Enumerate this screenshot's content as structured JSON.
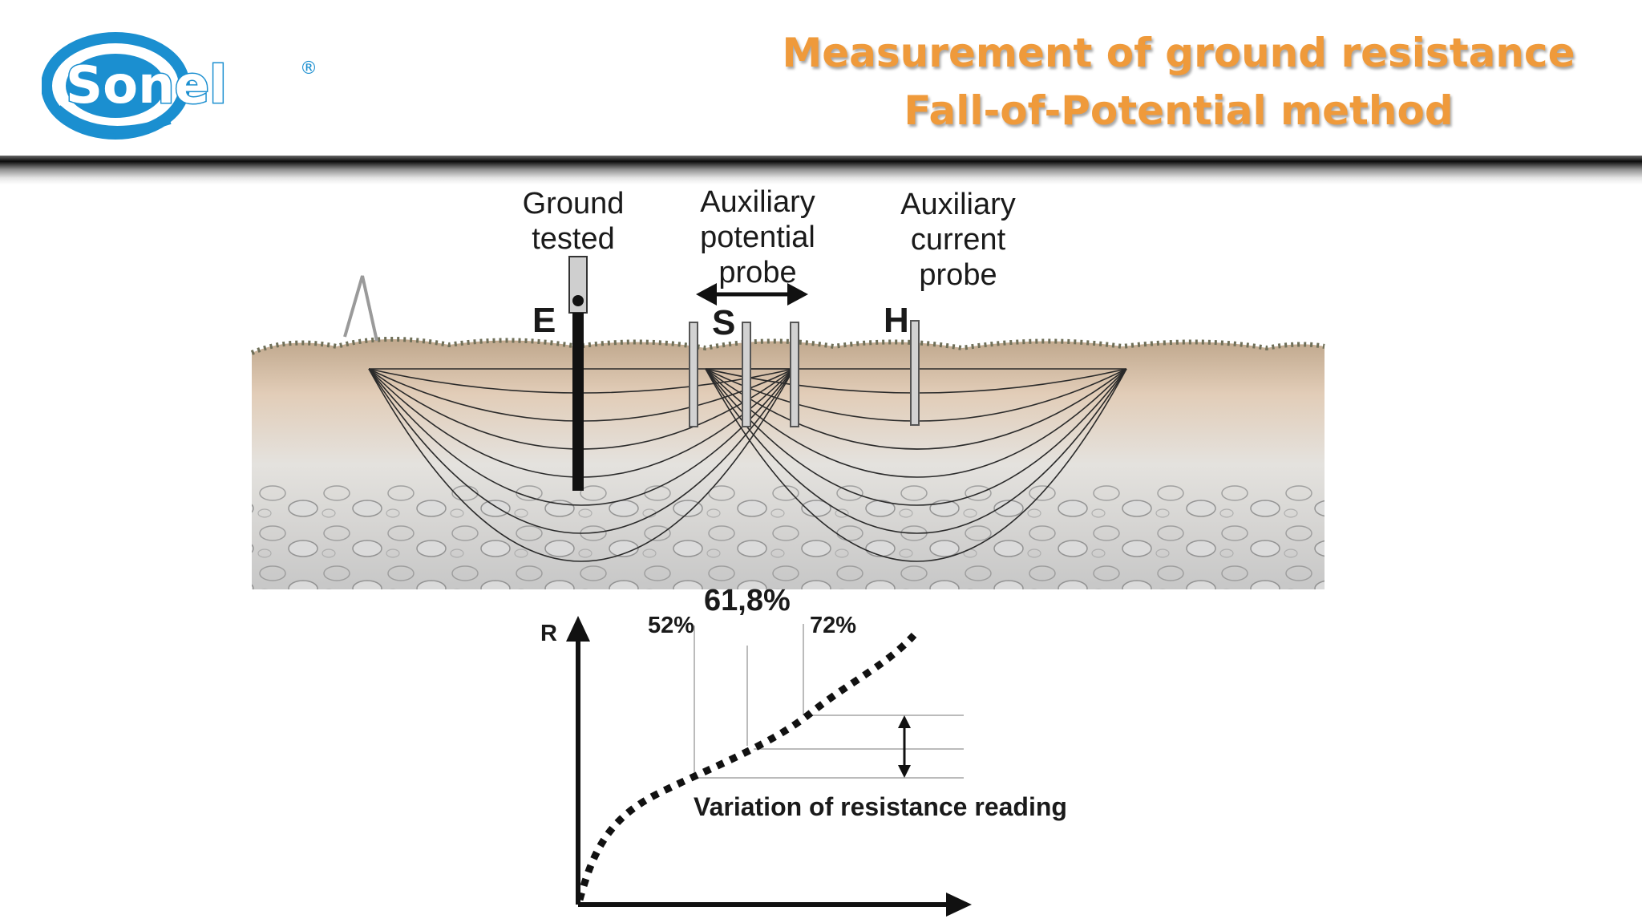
{
  "header": {
    "brand": "Sonel",
    "registered_mark": "®",
    "title_line1": "Measurement of ground resistance",
    "title_line2": "Fall-of-Potential method"
  },
  "diagram": {
    "labels": {
      "ground_tested": "Ground tested",
      "potential_probe": "Auxiliary potential probe",
      "current_probe": "Auxiliary current probe"
    },
    "letters": {
      "e": "E",
      "s": "S",
      "h": "H"
    },
    "colors": {
      "soil_top": "#c9a98a",
      "soil_low": "#bdbdbd",
      "rod": "#111111",
      "probe": "#cfcfcf",
      "title": "#ef9a3b",
      "logo": "#1b8fd0"
    }
  },
  "chart_data": {
    "type": "line",
    "xlabel": "",
    "ylabel": "R",
    "optimum_label": "61,8%",
    "lower_label": "52%",
    "upper_label": "72%",
    "markers_percent": [
      52,
      61.8,
      72
    ],
    "annotation": "Variation of resistance reading",
    "curve_style": "dotted"
  }
}
